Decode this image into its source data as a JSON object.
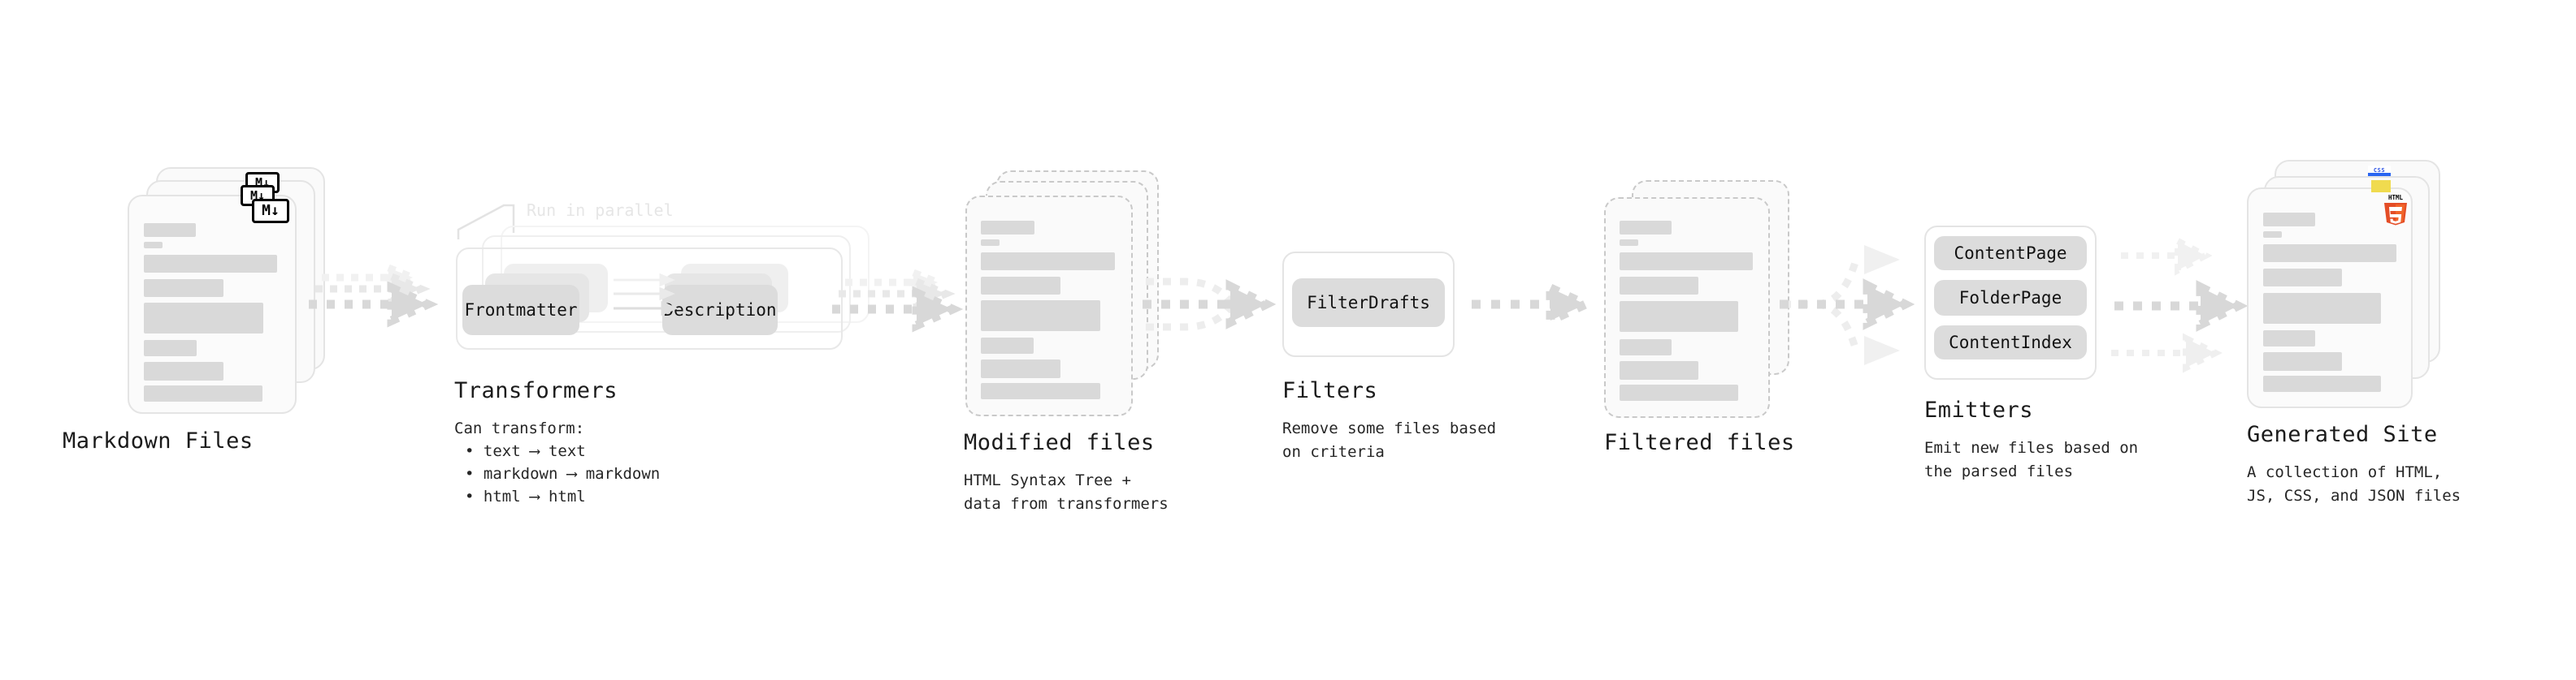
{
  "diagram": {
    "title_font_note": "monospace",
    "accent_colors": {
      "bar": "#d9d9d9",
      "pill": "#dcdcdc",
      "arrow": "#d8d8d8",
      "card_border": "#e4e4e4",
      "dashed_border": "#c9c9c9",
      "ghost_text": "#e6e6e6",
      "html5_orange": "#e44d26",
      "html5_orange_light": "#f16529",
      "js_yellow": "#f0db4f",
      "css_blue": "#2965f1"
    }
  },
  "stages": [
    {
      "id": "markdown-files",
      "title": "Markdown Files",
      "subtitle": "",
      "badge": "markdown-badge",
      "badge_text": "M↓"
    },
    {
      "id": "transformers",
      "title": "Transformers",
      "subtitle": "Can transform:",
      "ghost_label": "Run in parallel",
      "pills": [
        "Frontmatter",
        "Description"
      ],
      "bullets": [
        "• text ⟶ text",
        "• markdown ⟶ markdown",
        "• html ⟶ html"
      ]
    },
    {
      "id": "modified-files",
      "title": "Modified files",
      "subtitle": "HTML Syntax Tree +\ndata from transformers"
    },
    {
      "id": "filters",
      "title": "Filters",
      "subtitle": "Remove some files based\non criteria",
      "pills": [
        "FilterDrafts"
      ]
    },
    {
      "id": "filtered-files",
      "title": "Filtered files",
      "subtitle": ""
    },
    {
      "id": "emitters",
      "title": "Emitters",
      "subtitle": "Emit new files based on\nthe parsed files",
      "pills": [
        "ContentPage",
        "FolderPage",
        "ContentIndex"
      ]
    },
    {
      "id": "generated-site",
      "title": "Generated Site",
      "subtitle": "A collection of HTML,\nJS, CSS, and JSON files",
      "badges": [
        "html5-badge",
        "js-badge",
        "css-badge"
      ],
      "badge_texts": {
        "html5_top": "HTML",
        "html5_num": "5",
        "css": "CSS"
      }
    }
  ]
}
